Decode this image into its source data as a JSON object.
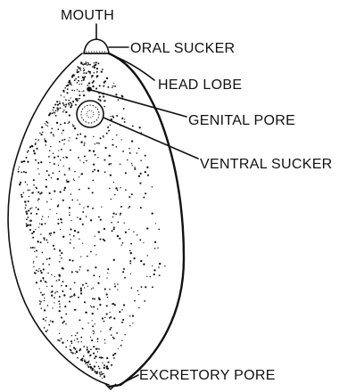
{
  "labels": {
    "mouth": "MOUTH",
    "oral_sucker": "ORAL SUCKER",
    "head_lobe": "HEAD LOBE",
    "genital_pore": "GENITAL PORE",
    "ventral_sucker": "VENTRAL SUCKER",
    "excretory_pore": "EXCRETORY PORE"
  },
  "colors": {
    "ink": "#111111",
    "background": "#ffffff"
  }
}
